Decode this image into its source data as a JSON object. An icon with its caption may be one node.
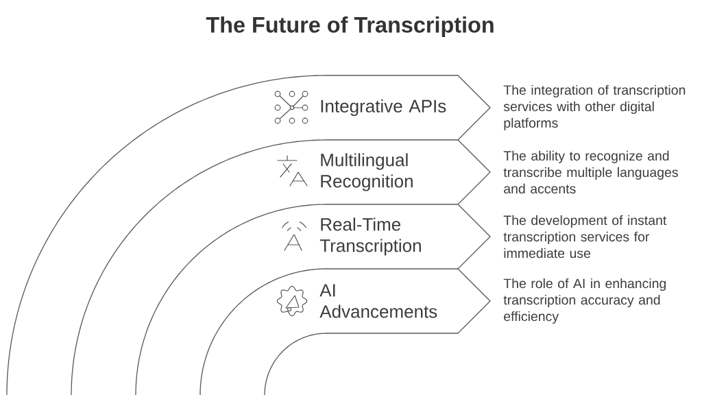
{
  "diagram": {
    "title": "The Future of Transcription",
    "nodes": [
      {
        "text": [
          "Integrative APIs"
        ],
        "beside": [
          "The integration of transcription services with other digital platforms"
        ]
      },
      {
        "text": [
          "Multilingual Recognition"
        ],
        "beside": [
          "The ability to recognize and transcribe multiple languages and accents"
        ]
      },
      {
        "text": [
          "Real-Time Transcription"
        ],
        "beside": [
          "The development of instant transcription services for immediate use"
        ]
      },
      {
        "text": [
          "AI Advancements"
        ],
        "beside": [
          "The role of AI in enhancing transcription accuracy and efficiency"
        ]
      }
    ]
  }
}
